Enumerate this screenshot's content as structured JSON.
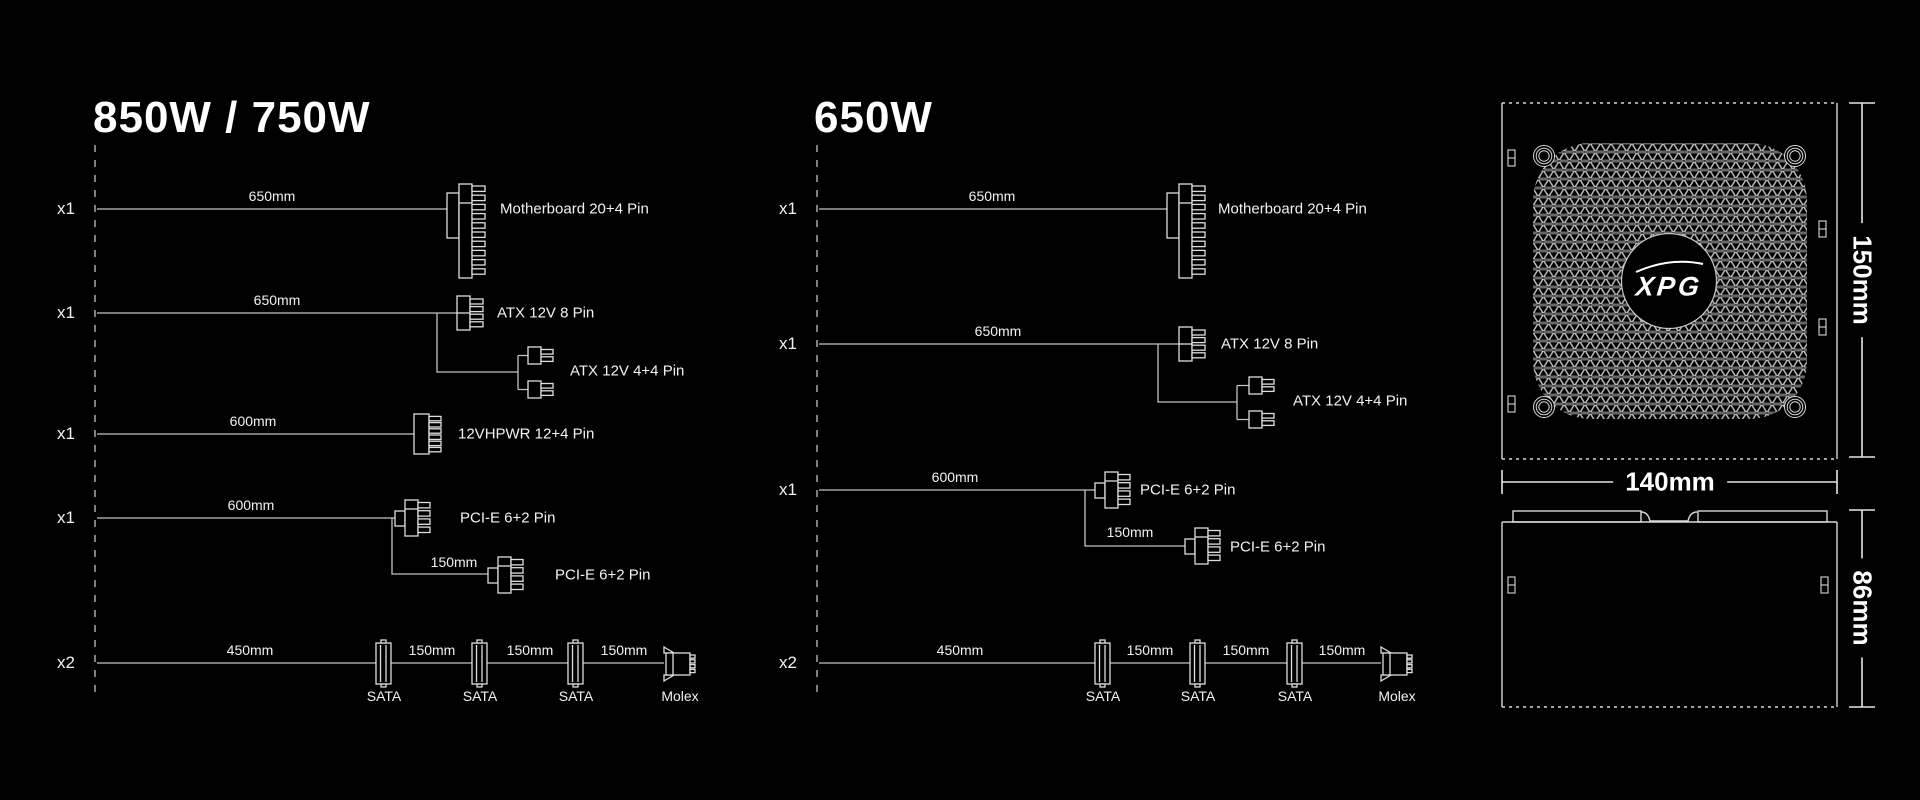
{
  "colors": {
    "background": "#000000",
    "cable_line": "#c4c4c4",
    "connector_stroke": "#dedede",
    "text": "#ffffff"
  },
  "logo": {
    "brand": "XPG"
  },
  "left": {
    "title": "850W / 750W",
    "row_motherboard": {
      "count": "x1",
      "length": "650mm",
      "label": "Motherboard 20+4 Pin"
    },
    "row_atx": {
      "count": "x1",
      "length": "650mm",
      "label": "ATX 12V 8 Pin",
      "branch_label": "ATX 12V 4+4 Pin"
    },
    "row_12vhpwr": {
      "count": "x1",
      "length": "600mm",
      "label": "12VHPWR 12+4 Pin"
    },
    "row_pcie": {
      "count": "x1",
      "length": "600mm",
      "label": "PCI-E 6+2 Pin",
      "branch_length": "150mm",
      "branch_label": "PCI-E 6+2 Pin"
    },
    "row_sata": {
      "count": "x2",
      "length": "450mm",
      "link_length": "150mm",
      "sata_label": "SATA",
      "molex_label": "Molex"
    }
  },
  "middle": {
    "title": "650W",
    "row_motherboard": {
      "count": "x1",
      "length": "650mm",
      "label": "Motherboard 20+4 Pin"
    },
    "row_atx": {
      "count": "x1",
      "length": "650mm",
      "label": "ATX 12V 8 Pin",
      "branch_label": "ATX 12V 4+4 Pin"
    },
    "row_pcie": {
      "count": "x1",
      "length": "600mm",
      "label": "PCI-E 6+2 Pin",
      "branch_length": "150mm",
      "branch_label": "PCI-E 6+2 Pin"
    },
    "row_sata": {
      "count": "x2",
      "length": "450mm",
      "link_length": "150mm",
      "sata_label": "SATA",
      "molex_label": "Molex"
    }
  },
  "psu": {
    "height": "150mm",
    "width": "140mm",
    "depth": "86mm"
  }
}
